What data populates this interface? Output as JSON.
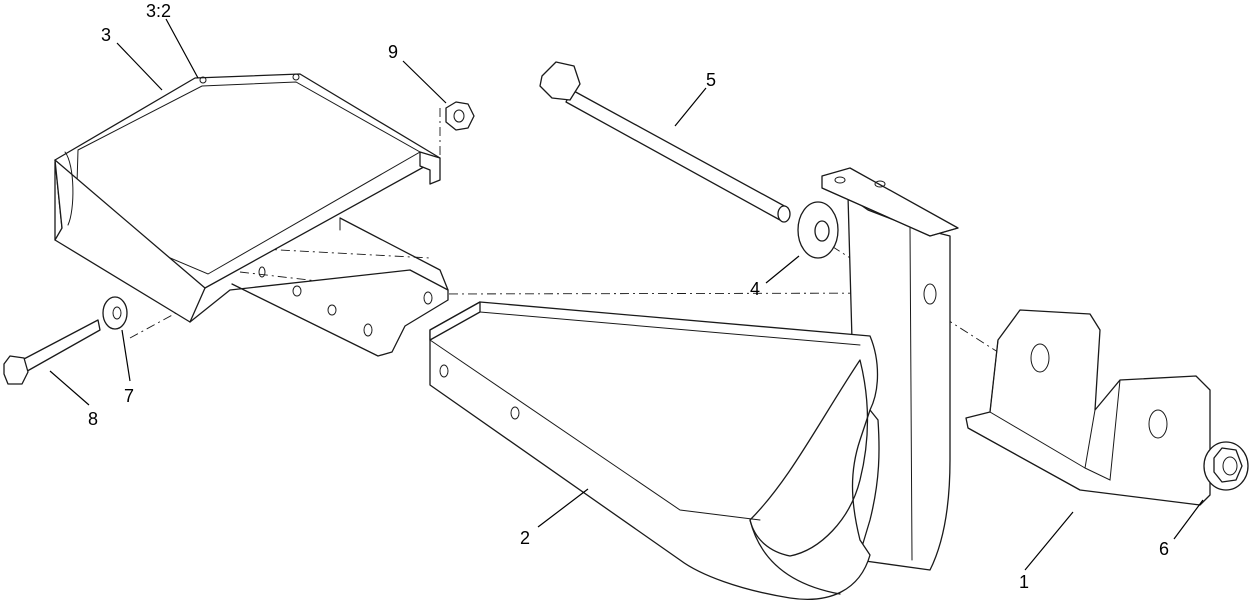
{
  "callouts": [
    {
      "id": "c1",
      "text": "1"
    },
    {
      "id": "c2",
      "text": "2"
    },
    {
      "id": "c3",
      "text": "3"
    },
    {
      "id": "c32",
      "text": "3:2"
    },
    {
      "id": "c4",
      "text": "4"
    },
    {
      "id": "c5",
      "text": "5"
    },
    {
      "id": "c6",
      "text": "6"
    },
    {
      "id": "c7",
      "text": "7"
    },
    {
      "id": "c8",
      "text": "8"
    },
    {
      "id": "c9",
      "text": "9"
    }
  ],
  "line_color": "#1a1a1a",
  "background": "#ffffff"
}
